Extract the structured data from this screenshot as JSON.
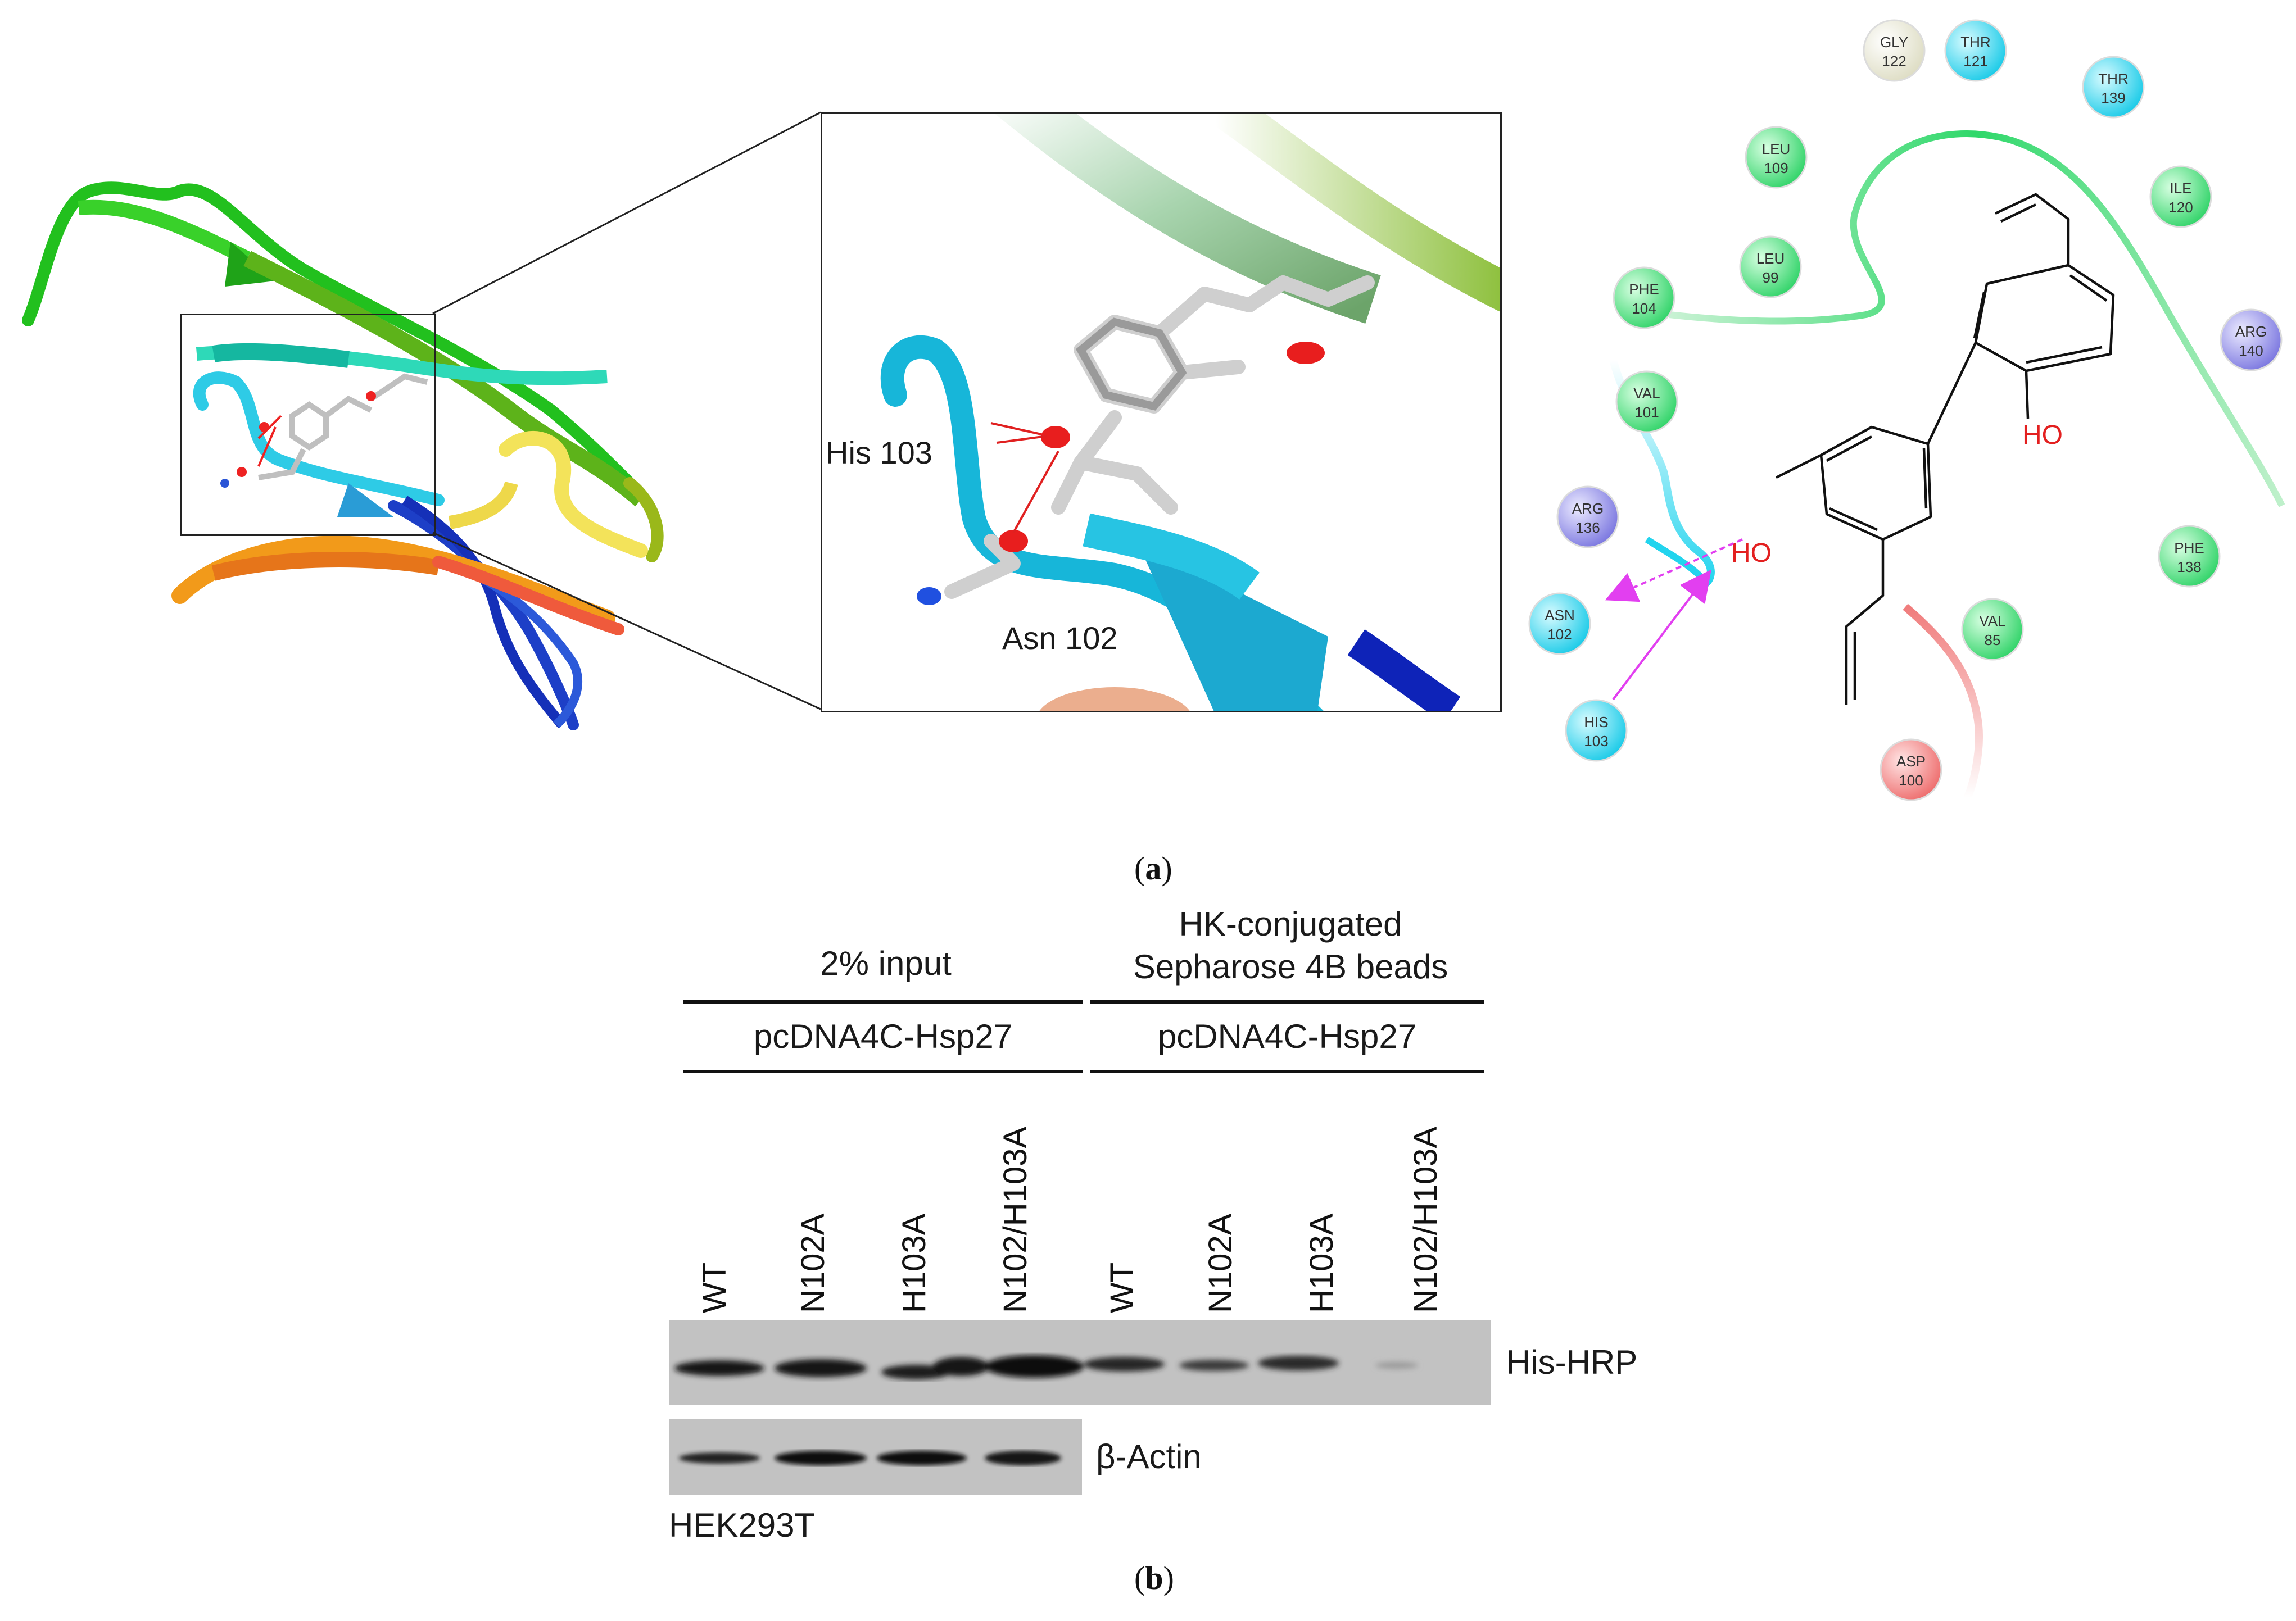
{
  "panel_a": {
    "label": "(a)",
    "label_letter": "a",
    "zoom": {
      "his_label": "His 103",
      "asn_label": "Asn 102"
    },
    "interaction_diagram": {
      "hydroxyl_labels": [
        "HO",
        "HO"
      ],
      "residues": [
        {
          "name": "GLY",
          "num": "122",
          "color": "#eeeedd"
        },
        {
          "name": "THR",
          "num": "121",
          "color": "#33d6f0"
        },
        {
          "name": "THR",
          "num": "139",
          "color": "#33d6f0"
        },
        {
          "name": "LEU",
          "num": "109",
          "color": "#4fe07a"
        },
        {
          "name": "ILE",
          "num": "120",
          "color": "#4fe07a"
        },
        {
          "name": "LEU",
          "num": "99",
          "color": "#4fe07a"
        },
        {
          "name": "PHE",
          "num": "104",
          "color": "#4fe07a"
        },
        {
          "name": "ARG",
          "num": "140",
          "color": "#8c87e8"
        },
        {
          "name": "VAL",
          "num": "101",
          "color": "#4fe07a"
        },
        {
          "name": "ARG",
          "num": "136",
          "color": "#8c87e8"
        },
        {
          "name": "PHE",
          "num": "138",
          "color": "#4fe07a"
        },
        {
          "name": "ASN",
          "num": "102",
          "color": "#33d6f0"
        },
        {
          "name": "VAL",
          "num": "85",
          "color": "#4fe07a"
        },
        {
          "name": "HIS",
          "num": "103",
          "color": "#33d6f0"
        },
        {
          "name": "ASP",
          "num": "100",
          "color": "#f07c7c"
        }
      ]
    }
  },
  "panel_b": {
    "label": "(b)",
    "label_letter": "b",
    "group_input": "2% input",
    "group_beads_line1": "HK-conjugated",
    "group_beads_line2": "Sepharose 4B beads",
    "construct_left": "pcDNA4C-Hsp27",
    "construct_right": "pcDNA4C-Hsp27",
    "lanes": [
      "WT",
      "N102A",
      "H103A",
      "N102/H103A",
      "WT",
      "N102A",
      "H103A",
      "N102/H103A"
    ],
    "blot_his": "His-HRP",
    "blot_actin": "β-Actin",
    "cell_line": "HEK293T"
  }
}
